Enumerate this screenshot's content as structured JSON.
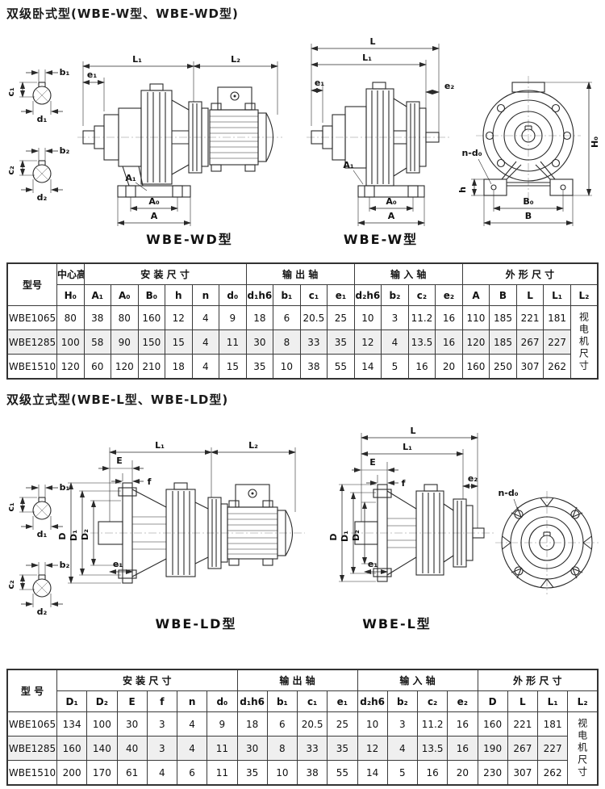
{
  "sections": [
    {
      "title": "双级卧式型(WBE-W型、WBE-WD型)"
    },
    {
      "title": "双级立式型(WBE-L型、WBE-LD型)"
    }
  ],
  "diagram_labels": {
    "wd": "WBE-WD型",
    "w": "WBE-W型",
    "ld": "WBE-LD型",
    "l": "WBE-L型"
  },
  "dims": {
    "b1": "b₁",
    "c1": "c₁",
    "d1": "d₁",
    "b2": "b₂",
    "c2": "c₂",
    "d2": "d₂",
    "L": "L",
    "L1": "L₁",
    "L2": "L₂",
    "e1": "e₁",
    "e2": "e₂",
    "A": "A",
    "A0": "A₀",
    "A1": "A₁",
    "B": "B",
    "B0": "B₀",
    "h": "h",
    "H0": "H₀",
    "n_d0": "n-d₀",
    "D": "D",
    "D1": "D₁",
    "D2": "D₂",
    "E": "E",
    "f": "f"
  },
  "table1": {
    "model_header": "型号",
    "groups": [
      {
        "label": "中心高",
        "span": 1
      },
      {
        "label": "安 装 尺 寸",
        "span": 6
      },
      {
        "label": "输 出 轴",
        "span": 4
      },
      {
        "label": "输 入 轴",
        "span": 4
      },
      {
        "label": "外 形 尺 寸",
        "span": 5
      }
    ],
    "cols": [
      "H₀",
      "A₁",
      "A₀",
      "B₀",
      "h",
      "n",
      "d₀",
      "d₁h6",
      "b₁",
      "c₁",
      "e₁",
      "d₂h6",
      "b₂",
      "c₂",
      "e₂",
      "A",
      "B",
      "L",
      "L₁",
      "L₂"
    ],
    "rows": [
      {
        "model": "WBE1065",
        "values": [
          "80",
          "38",
          "80",
          "160",
          "12",
          "4",
          "9",
          "18",
          "6",
          "20.5",
          "25",
          "10",
          "3",
          "11.2",
          "16",
          "110",
          "185",
          "221",
          "181"
        ]
      },
      {
        "model": "WBE1285",
        "values": [
          "100",
          "58",
          "90",
          "150",
          "15",
          "4",
          "11",
          "30",
          "8",
          "33",
          "35",
          "12",
          "4",
          "13.5",
          "16",
          "120",
          "185",
          "267",
          "227"
        ]
      },
      {
        "model": "WBE1510",
        "values": [
          "120",
          "60",
          "120",
          "210",
          "18",
          "4",
          "15",
          "35",
          "10",
          "38",
          "55",
          "14",
          "5",
          "16",
          "20",
          "160",
          "250",
          "307",
          "262"
        ]
      }
    ],
    "note": "视电机尺寸"
  },
  "table2": {
    "model_header": "型 号",
    "groups": [
      {
        "label": "安 装 尺 寸",
        "span": 6
      },
      {
        "label": "输 出 轴",
        "span": 4
      },
      {
        "label": "输 入 轴",
        "span": 4
      },
      {
        "label": "外 形 尺 寸",
        "span": 4
      }
    ],
    "cols": [
      "D₁",
      "D₂",
      "E",
      "f",
      "n",
      "d₀",
      "d₁h6",
      "b₁",
      "c₁",
      "e₁",
      "d₂h6",
      "b₂",
      "c₂",
      "e₂",
      "D",
      "L",
      "L₁",
      "L₂"
    ],
    "rows": [
      {
        "model": "WBE1065",
        "values": [
          "134",
          "100",
          "30",
          "3",
          "4",
          "9",
          "18",
          "6",
          "20.5",
          "25",
          "10",
          "3",
          "11.2",
          "16",
          "160",
          "221",
          "181"
        ]
      },
      {
        "model": "WBE1285",
        "values": [
          "160",
          "140",
          "40",
          "3",
          "4",
          "11",
          "30",
          "8",
          "33",
          "35",
          "12",
          "4",
          "13.5",
          "16",
          "190",
          "267",
          "227"
        ]
      },
      {
        "model": "WBE1510",
        "values": [
          "200",
          "170",
          "61",
          "4",
          "6",
          "11",
          "35",
          "10",
          "38",
          "55",
          "14",
          "5",
          "16",
          "20",
          "230",
          "307",
          "262"
        ]
      }
    ],
    "note": "视电机尺寸"
  }
}
